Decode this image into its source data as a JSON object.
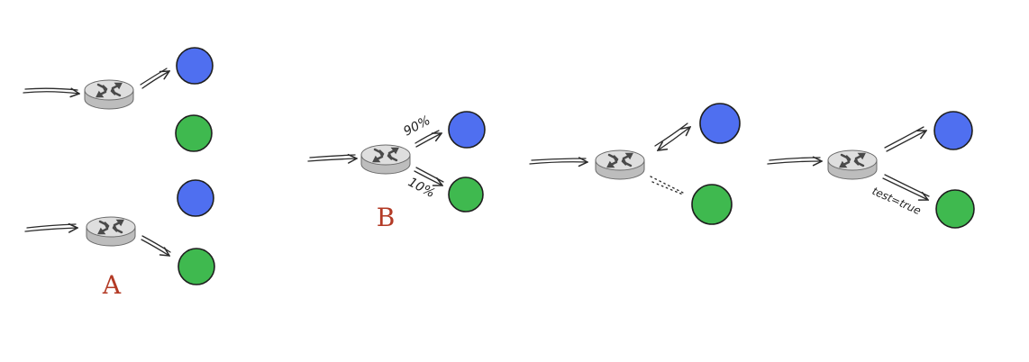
{
  "colors": {
    "blue": "#4f6ff0",
    "green": "#3fb94f",
    "router_top": "#dcdcdc",
    "router_side": "#bdbdbd",
    "router_arrows": "#4a4a4a",
    "caption": "#b33a25"
  },
  "icons": {
    "router": "router-icon",
    "blue_node": "blue-circle-icon",
    "green_node": "green-circle-icon"
  },
  "panels": {
    "a": {
      "caption": "A"
    },
    "b": {
      "caption": "B",
      "label_top": "90%",
      "label_bottom": "10%"
    },
    "c": {},
    "d": {
      "label_bottom": "test=true"
    }
  }
}
